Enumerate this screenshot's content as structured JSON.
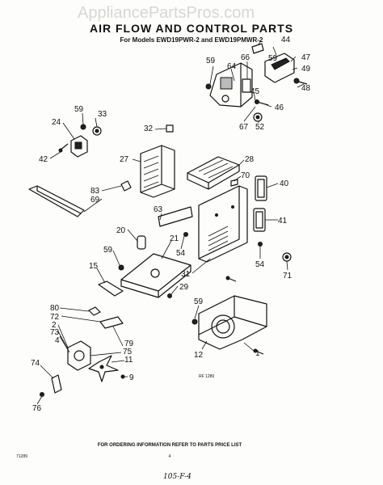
{
  "title": "AIR FLOW AND CONTROL PARTS",
  "subtitle": "For Models EWD19PWR-2 and EWD19PMWR-2",
  "watermark": "AppliancePartsPros.com",
  "footer_note": "FOR ORDERING INFORMATION REFER TO PARTS PRICE LIST",
  "page_number": "4",
  "bottom_left_code": "71289",
  "handwritten_code": "105-F-4",
  "figure_code": "RF 1289",
  "callouts": {
    "c1": "1",
    "c2": "2",
    "c4": "4",
    "c9": "9",
    "c11": "11",
    "c12": "12",
    "c15": "15",
    "c20": "20",
    "c21": "21",
    "c24": "24",
    "c27": "27",
    "c28": "28",
    "c29": "29",
    "c31": "31",
    "c32": "32",
    "c33": "33",
    "c40": "40",
    "c41": "41",
    "c42": "42",
    "c44": "44",
    "c45": "45",
    "c46": "46",
    "c47": "47",
    "c48": "48",
    "c49": "49",
    "c52": "52",
    "c54a": "54",
    "c54b": "54",
    "c59a": "59",
    "c59b": "59",
    "c59c": "59",
    "c59d": "59",
    "c59e": "59",
    "c63": "63",
    "c64": "64",
    "c66": "66",
    "c67": "67",
    "c69": "69",
    "c70": "70",
    "c71": "71",
    "c72": "72",
    "c73": "73",
    "c74": "74",
    "c75": "75",
    "c76": "76",
    "c79": "79",
    "c80": "80",
    "c83": "83"
  }
}
